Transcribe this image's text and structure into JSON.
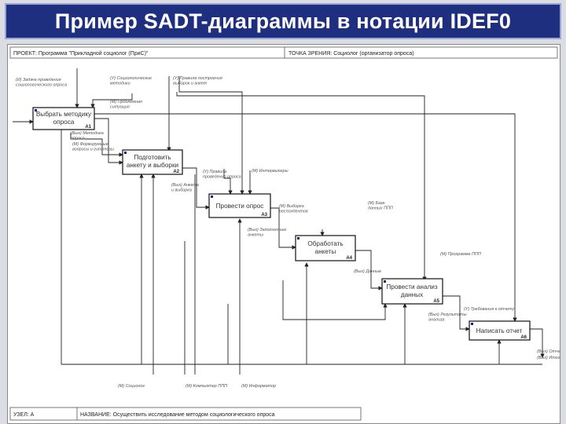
{
  "title": {
    "prefix": "Пример ",
    "sadt": "SADT",
    "middle": "-диаграммы в нотации ",
    "idef0": "IDEF0"
  },
  "header": {
    "project": "ПРОЕКТ: Программа \"Прикладной социолог (ПриС)\"",
    "viewpoint": "ТОЧКА ЗРЕНИЯ: Социолог (организатор опроса)"
  },
  "footer": {
    "node": "УЗЕЛ: А",
    "name": "НАЗВАНИЕ: Осуществить исследование методом социологического опроса"
  },
  "blocks": [
    {
      "label": [
        "Выбрать методику",
        "опроса"
      ],
      "num": "А1"
    },
    {
      "label": [
        "Подготовить",
        "анкету и выборки"
      ],
      "num": "А2"
    },
    {
      "label": [
        "Провести опрос"
      ],
      "num": "А3"
    },
    {
      "label": [
        "Обработать",
        "анкеты"
      ],
      "num": "А4"
    },
    {
      "label": [
        "Провести анализ",
        "данных"
      ],
      "num": "А5"
    },
    {
      "label": [
        "Написать отчет"
      ],
      "num": "А6"
    }
  ],
  "arrow_labels": [
    [
      "(И) Задача проведения",
      "социологического опроса"
    ],
    [
      "(У) Социологические",
      "методики"
    ],
    [
      "(У) Правила построения",
      "выборок и анкет"
    ],
    [
      "(М) Проблемная",
      "ситуация"
    ],
    [
      "(Вых) Методика",
      "опроса"
    ],
    [
      "(М) Формируемые",
      "вопросы и гипотезы"
    ],
    [
      "(Вых) Анкета",
      "и выборка"
    ],
    [
      "(У) Правила",
      "проведения опроса"
    ],
    [
      "(М) Интервьюеры"
    ],
    [
      "(Вых) Заполненные",
      "анкеты"
    ],
    [
      "(М) База",
      "данных ППП"
    ],
    [
      "(Вых) Данные"
    ],
    [
      "(М) Программа ППП"
    ],
    [
      "(Вых) Результаты",
      "анализа"
    ],
    [
      "(Вых) Отчет"
    ],
    [
      "(М) Социолог"
    ],
    [
      "(М) Компьютер ППП"
    ],
    [
      "(М) Информатор"
    ],
    [
      "(М) Выборка",
      "респондентов"
    ],
    [
      "(У) Требования к отчету"
    ],
    [
      "(Вых) Итоги"
    ]
  ]
}
